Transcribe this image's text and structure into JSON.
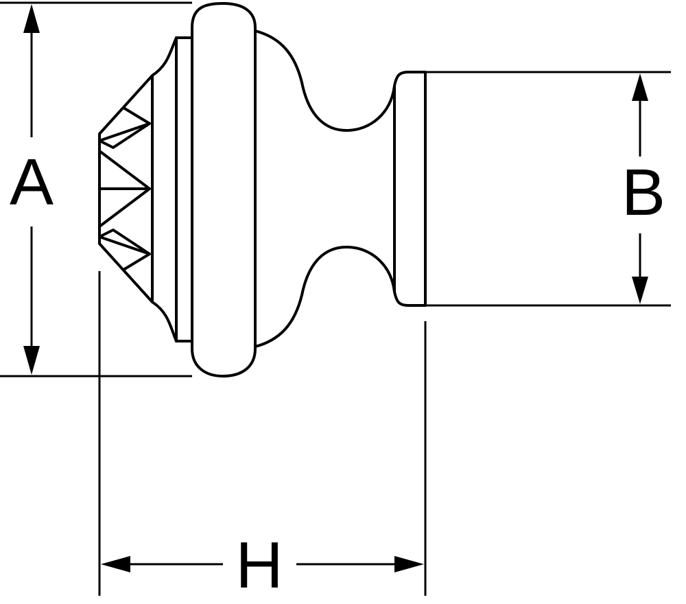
{
  "labels": {
    "a": "A",
    "b": "B",
    "h": "H"
  },
  "colors": {
    "line": "#000000",
    "background": "#ffffff"
  }
}
